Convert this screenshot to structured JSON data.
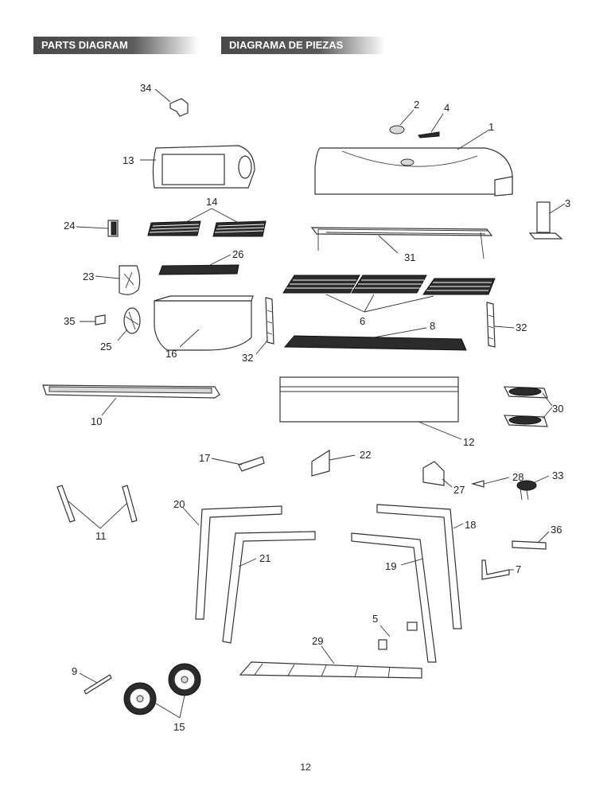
{
  "header": {
    "title_en": "PARTS DIAGRAM",
    "title_es": "DIAGRAMA DE PIEZAS"
  },
  "labels": {
    "p1": "1",
    "p2": "2",
    "p3": "3",
    "p4": "4",
    "p5": "5",
    "p6": "6",
    "p7": "7",
    "p8": "8",
    "p9": "9",
    "p10": "10",
    "p11": "11",
    "p12": "12",
    "p13": "13",
    "p14": "14",
    "p15": "15",
    "p16": "16",
    "p17": "17",
    "p18": "18",
    "p19": "19",
    "p20": "20",
    "p21": "21",
    "p22": "22",
    "p23": "23",
    "p24": "24",
    "p25": "25",
    "p26": "26",
    "p27": "27",
    "p28": "28",
    "p29": "29",
    "p30": "30",
    "p31": "31",
    "p32a": "32",
    "p32b": "32",
    "p33": "33",
    "p34": "34",
    "p35": "35",
    "p36": "36"
  },
  "footer": {
    "page_number": "12"
  }
}
